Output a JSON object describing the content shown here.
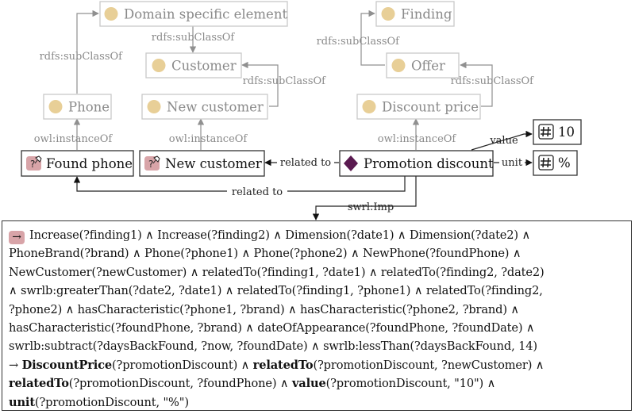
{
  "nodes": {
    "domain_specific_element": "Domain specific element",
    "customer": "Customer",
    "phone": "Phone",
    "new_customer_class": "New customer",
    "finding": "Finding",
    "offer": "Offer",
    "discount_price": "Discount price",
    "found_phone": "Found phone",
    "new_customer_instance": "New customer",
    "promotion_discount": "Promotion discount",
    "value_10": "10",
    "value_percent": "%"
  },
  "edges": {
    "subclass_phone": "rdfs:subClassOf",
    "subclass_customer": "rdfs:subClassOf",
    "subclass_new_customer": "rdfs:subClassOf",
    "subclass_offer": "rdfs:subClassOf",
    "subclass_discount": "rdfs:subClassOf",
    "instance_found_phone": "owl:instanceOf",
    "instance_new_customer": "owl:instanceOf",
    "instance_promotion": "owl:instanceOf",
    "related_to_customer": "related to",
    "related_to_phone": "related to",
    "value": "value",
    "unit": "unit",
    "swrl_imp": "swrl:Imp"
  },
  "colors": {
    "class_dot": "#e8cf97",
    "instance_badge": "#d8a4a8",
    "individual_diamond": "#5a1a50"
  },
  "icons": {
    "class": "circle-icon",
    "instance": "pin-icon",
    "individual": "diamond-icon",
    "literal": "hash-icon",
    "rule": "arrow-right-icon"
  },
  "rule": {
    "icon": "→",
    "lines": [
      [
        {
          "t": "Increase(?finding1) ∧ Increase(?finding2) ∧ Dimension(?date1) ∧ Dimension(?date2) ∧"
        }
      ],
      [
        {
          "t": "PhoneBrand(?brand) ∧ Phone(?phone1) ∧ Phone(?phone2) ∧ NewPhone(?foundPhone) ∧"
        }
      ],
      [
        {
          "t": "NewCustomer(?newCustomer) ∧ relatedTo(?finding1, ?date1) ∧ relatedTo(?finding2, ?date2)"
        }
      ],
      [
        {
          "t": "∧ swrlb:greaterThan(?date2, ?date1) ∧ relatedTo(?finding1, ?phone1) ∧ relatedTo(?finding2,"
        }
      ],
      [
        {
          "t": "?phone2) ∧ hasCharacteristic(?phone1, ?brand) ∧ hasCharacteristic(?phone2, ?brand) ∧"
        }
      ],
      [
        {
          "t": "hasCharacteristic(?foundPhone, ?brand) ∧ dateOfAppearance(?foundPhone, ?foundDate)  ∧"
        }
      ],
      [
        {
          "t": "swrlb:subtract(?daysBackFound, ?now, ?foundDate) ∧ swrlb:lessThan(?daysBackFound, 14)"
        }
      ],
      [
        {
          "t": "→ "
        },
        {
          "t": "DiscountPrice",
          "b": true
        },
        {
          "t": "(?promotionDiscount) ∧ "
        },
        {
          "t": "relatedTo",
          "b": true
        },
        {
          "t": "(?promotionDiscount, ?newCustomer) ∧"
        }
      ],
      [
        {
          "t": "relatedTo",
          "b": true
        },
        {
          "t": "(?promotionDiscount, ?foundPhone) ∧ "
        },
        {
          "t": "value",
          "b": true
        },
        {
          "t": "(?promotionDiscount,  \"10\") ∧"
        }
      ],
      [
        {
          "t": "unit",
          "b": true
        },
        {
          "t": "(?promotionDiscount,  \"%\")"
        }
      ]
    ]
  }
}
